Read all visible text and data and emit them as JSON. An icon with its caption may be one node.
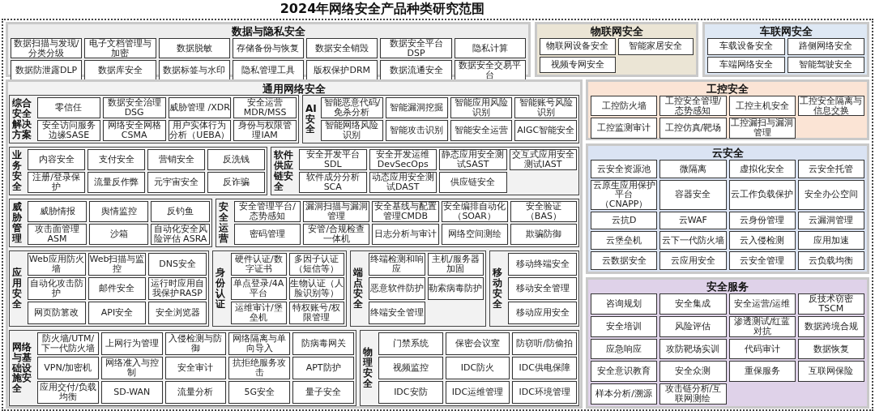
{
  "diagram": {
    "title": "2024年网络安全产品种类研究范围",
    "nodes": [
      {
        "text": [
          "数据与隐私安全"
        ]
      },
      {
        "text": [
          "数据扫描与发现/分类分级"
        ],
        "in": 0
      },
      {
        "text": [
          "电子文档管理与加密"
        ],
        "in": 0
      },
      {
        "text": [
          "数据脱敏"
        ],
        "in": 0
      },
      {
        "text": [
          "存储备份与恢复"
        ],
        "in": 0
      },
      {
        "text": [
          "数据安全销毁"
        ],
        "in": 0
      },
      {
        "text": [
          "数据安全平台DSP"
        ],
        "in": 0
      },
      {
        "text": [
          "隐私计算"
        ],
        "in": 0
      },
      {
        "text": [
          "数据防泄露DLP"
        ],
        "in": 0
      },
      {
        "text": [
          "数据库安全"
        ],
        "in": 0
      },
      {
        "text": [
          "数据标签与水印"
        ],
        "in": 0
      },
      {
        "text": [
          "隐私管理工具"
        ],
        "in": 0
      },
      {
        "text": [
          "版权保护DRM"
        ],
        "in": 0
      },
      {
        "text": [
          "数据流通安全"
        ],
        "in": 0
      },
      {
        "text": [
          "数据安全交易平台"
        ],
        "in": 0
      },
      {
        "text": [
          "物联网安全"
        ]
      },
      {
        "text": [
          "物联网设备安全"
        ],
        "in": 15
      },
      {
        "text": [
          "智能家居安全"
        ],
        "in": 15
      },
      {
        "text": [
          "视频专网安全"
        ],
        "in": 15
      },
      {
        "text": [
          "车联网安全"
        ]
      },
      {
        "text": [
          "车载设备安全"
        ],
        "in": 19
      },
      {
        "text": [
          "路侧网络安全"
        ],
        "in": 19
      },
      {
        "text": [
          "车端网络安全"
        ],
        "in": 19
      },
      {
        "text": [
          "智能驾驶安全"
        ],
        "in": 19
      },
      {
        "text": [
          "通用网络安全"
        ]
      },
      {
        "text": [
          "综合安全解决方案"
        ],
        "in": 24
      },
      {
        "text": [
          "零信任"
        ],
        "in": 25
      },
      {
        "text": [
          "数据安全治理 DSG"
        ],
        "in": 25
      },
      {
        "text": [
          "威胁管理 /XDR"
        ],
        "in": 25
      },
      {
        "text": [
          "安全运营 MDR/MSS"
        ],
        "in": 25
      },
      {
        "text": [
          "安全访问服务边缘SASE"
        ],
        "in": 25
      },
      {
        "text": [
          "网络安全网格 CSMA"
        ],
        "in": 25
      },
      {
        "text": [
          "用户实体行为分析（UEBA）"
        ],
        "in": 25
      },
      {
        "text": [
          "身份与权限管理IAM"
        ],
        "in": 25
      },
      {
        "text": [
          "AI安全"
        ],
        "in": 24
      },
      {
        "text": [
          "智能恶意代码/免杀分析"
        ],
        "in": 34
      },
      {
        "text": [
          "智能漏洞挖掘"
        ],
        "in": 34
      },
      {
        "text": [
          "智能应用风险识别"
        ],
        "in": 34
      },
      {
        "text": [
          "智能账号风险识别"
        ],
        "in": 34
      },
      {
        "text": [
          "智能网络风险识别"
        ],
        "in": 34
      },
      {
        "text": [
          "智能攻击识别"
        ],
        "in": 34
      },
      {
        "text": [
          "智能安全运营"
        ],
        "in": 34
      },
      {
        "text": [
          "AIGC智能安全"
        ],
        "in": 34
      },
      {
        "text": [
          "业务安全"
        ],
        "in": 24
      },
      {
        "text": [
          "内容安全"
        ],
        "in": 43
      },
      {
        "text": [
          "支付安全"
        ],
        "in": 43
      },
      {
        "text": [
          "营销安全"
        ],
        "in": 43
      },
      {
        "text": [
          "反洗钱"
        ],
        "in": 43
      },
      {
        "text": [
          "注册/登录保护"
        ],
        "in": 43
      },
      {
        "text": [
          "流量反作弊"
        ],
        "in": 43
      },
      {
        "text": [
          "元宇宙安全"
        ],
        "in": 43
      },
      {
        "text": [
          "反诈骗"
        ],
        "in": 43
      },
      {
        "text": [
          "软件供应链安全"
        ],
        "in": 24
      },
      {
        "text": [
          "安全开发平台 SDL"
        ],
        "in": 52
      },
      {
        "text": [
          "安全开发运维 DevSecOps"
        ],
        "in": 52
      },
      {
        "text": [
          "静态应用安全测试SAST"
        ],
        "in": 52
      },
      {
        "text": [
          "交互式应用安全测试IAST"
        ],
        "in": 52
      },
      {
        "text": [
          "软件成分分析 SCA"
        ],
        "in": 52
      },
      {
        "text": [
          "动态应用安全测试DAST"
        ],
        "in": 52
      },
      {
        "text": [
          "供应链安全"
        ],
        "in": 52
      },
      {
        "text": [
          "威胁管理"
        ],
        "in": 24
      },
      {
        "text": [
          "威胁情报"
        ],
        "in": 60
      },
      {
        "text": [
          "舆情监控"
        ],
        "in": 60
      },
      {
        "text": [
          "反钓鱼"
        ],
        "in": 60
      },
      {
        "text": [
          "攻击面管理 ASM"
        ],
        "in": 60
      },
      {
        "text": [
          "沙箱"
        ],
        "in": 60
      },
      {
        "text": [
          "自动化安全风险评估 ASRA"
        ],
        "in": 60
      },
      {
        "text": [
          "安全运营"
        ],
        "in": 24
      },
      {
        "text": [
          "安全管理平台/态势感知"
        ],
        "in": 67
      },
      {
        "text": [
          "漏洞扫描与漏洞管理"
        ],
        "in": 67
      },
      {
        "text": [
          "安全基线与配置管理CMDB"
        ],
        "in": 67
      },
      {
        "text": [
          "安全编排自动化（SOAR）"
        ],
        "in": 67
      },
      {
        "text": [
          "安全验证（BAS）"
        ],
        "in": 67
      },
      {
        "text": [
          "密码管理"
        ],
        "in": 67
      },
      {
        "text": [
          "安管/合规检查一体机"
        ],
        "in": 67
      },
      {
        "text": [
          "日志分析与审计"
        ],
        "in": 67
      },
      {
        "text": [
          "网络空间测绘"
        ],
        "in": 67
      },
      {
        "text": [
          "欺骗防御"
        ],
        "in": 67
      },
      {
        "text": [
          "应用安全"
        ],
        "in": 24
      },
      {
        "text": [
          "Web应用防火墙"
        ],
        "in": 78
      },
      {
        "text": [
          "Web扫描与监控"
        ],
        "in": 78
      },
      {
        "text": [
          "DNS安全"
        ],
        "in": 78
      },
      {
        "text": [
          "自动化攻击防护"
        ],
        "in": 78
      },
      {
        "text": [
          "邮件安全"
        ],
        "in": 78
      },
      {
        "text": [
          "运行时应用自我保护RASP"
        ],
        "in": 78
      },
      {
        "text": [
          "网页防篡改"
        ],
        "in": 78
      },
      {
        "text": [
          "API安全"
        ],
        "in": 78
      },
      {
        "text": [
          "安全浏览器"
        ],
        "in": 78
      },
      {
        "text": [
          "身份认证"
        ],
        "in": 24
      },
      {
        "text": [
          "硬件认证/数字证书"
        ],
        "in": 88
      },
      {
        "text": [
          "多因子认证（短信等）"
        ],
        "in": 88
      },
      {
        "text": [
          "单点登录/4A平台"
        ],
        "in": 88
      },
      {
        "text": [
          "生物认证（人脸识别等）"
        ],
        "in": 88
      },
      {
        "text": [
          "运维审计/堡垒机"
        ],
        "in": 88
      },
      {
        "text": [
          "特权账号/权限管理"
        ],
        "in": 88
      },
      {
        "text": [
          "端点安全"
        ],
        "in": 24
      },
      {
        "text": [
          "终端检测和响应"
        ],
        "in": 95
      },
      {
        "text": [
          "主机/服务器加固"
        ],
        "in": 95
      },
      {
        "text": [
          "恶意软件防护"
        ],
        "in": 95
      },
      {
        "text": [
          "勒索病毒防护"
        ],
        "in": 95
      },
      {
        "text": [
          "终端安全管理"
        ],
        "in": 95
      },
      {
        "text": [
          "移动安全"
        ],
        "in": 24
      },
      {
        "text": [
          "移动终端安全"
        ],
        "in": 101
      },
      {
        "text": [
          "移动安全管理"
        ],
        "in": 101
      },
      {
        "text": [
          "移动应用安全"
        ],
        "in": 101
      },
      {
        "text": [
          "网络与基础设施安全"
        ],
        "in": 24
      },
      {
        "text": [
          "防火墙/UTM/下一代防火墙"
        ],
        "in": 105
      },
      {
        "text": [
          "上网行为管理"
        ],
        "in": 105
      },
      {
        "text": [
          "入侵检测与防御"
        ],
        "in": 105
      },
      {
        "text": [
          "网络隔离与单向导入"
        ],
        "in": 105
      },
      {
        "text": [
          "防病毒网关"
        ],
        "in": 105
      },
      {
        "text": [
          "VPN/加密机"
        ],
        "in": 105
      },
      {
        "text": [
          "网络准入与控制"
        ],
        "in": 105
      },
      {
        "text": [
          "安全审计"
        ],
        "in": 105
      },
      {
        "text": [
          "抗拒绝服务攻击"
        ],
        "in": 105
      },
      {
        "text": [
          "APT防护"
        ],
        "in": 105
      },
      {
        "text": [
          "应用交付/负载均衡"
        ],
        "in": 105
      },
      {
        "text": [
          "SD-WAN"
        ],
        "in": 105
      },
      {
        "text": [
          "流量分析"
        ],
        "in": 105
      },
      {
        "text": [
          "5G安全"
        ],
        "in": 105
      },
      {
        "text": [
          "量子安全"
        ],
        "in": 105
      },
      {
        "text": [
          "物理安全"
        ],
        "in": 24
      },
      {
        "text": [
          "门禁系统"
        ],
        "in": 121
      },
      {
        "text": [
          "保密会议室"
        ],
        "in": 121
      },
      {
        "text": [
          "防窃听/防偷拍"
        ],
        "in": 121
      },
      {
        "text": [
          "视频监控"
        ],
        "in": 121
      },
      {
        "text": [
          "IDC防火"
        ],
        "in": 121
      },
      {
        "text": [
          "IDC供电保障"
        ],
        "in": 121
      },
      {
        "text": [
          "IDC安防"
        ],
        "in": 121
      },
      {
        "text": [
          "IDC运维管理"
        ],
        "in": 121
      },
      {
        "text": [
          "IDC环境管理"
        ],
        "in": 121
      },
      {
        "text": [
          "工控安全"
        ]
      },
      {
        "text": [
          "工控防火墙"
        ],
        "in": 131
      },
      {
        "text": [
          "工控安全管理/态势感知"
        ],
        "in": 131
      },
      {
        "text": [
          "工控主机安全"
        ],
        "in": 131
      },
      {
        "text": [
          "工控安全隔离与信息交换"
        ],
        "in": 131
      },
      {
        "text": [
          "工控监测审计"
        ],
        "in": 131
      },
      {
        "text": [
          "工控仿真/靶场"
        ],
        "in": 131
      },
      {
        "text": [
          "工控漏扫与漏洞管理"
        ],
        "in": 131
      },
      {
        "text": [
          "云安全"
        ]
      },
      {
        "text": [
          "云安全资源池"
        ],
        "in": 139
      },
      {
        "text": [
          "微隔离"
        ],
        "in": 139
      },
      {
        "text": [
          "虚拟化安全"
        ],
        "in": 139
      },
      {
        "text": [
          "云安全托管"
        ],
        "in": 139
      },
      {
        "text": [
          "云原生应用保护平台（CNAPP）"
        ],
        "in": 139
      },
      {
        "text": [
          "容器安全"
        ],
        "in": 139
      },
      {
        "text": [
          "云工作负载保护"
        ],
        "in": 139
      },
      {
        "text": [
          "安全办公空间"
        ],
        "in": 139
      },
      {
        "text": [
          "云抗D"
        ],
        "in": 139
      },
      {
        "text": [
          "云WAF"
        ],
        "in": 139
      },
      {
        "text": [
          "云身份管理"
        ],
        "in": 139
      },
      {
        "text": [
          "云漏洞管理"
        ],
        "in": 139
      },
      {
        "text": [
          "云堡垒机"
        ],
        "in": 139
      },
      {
        "text": [
          "云下一代防火墙"
        ],
        "in": 139
      },
      {
        "text": [
          "云入侵检测"
        ],
        "in": 139
      },
      {
        "text": [
          "应用加速"
        ],
        "in": 139
      },
      {
        "text": [
          "云数据安全"
        ],
        "in": 139
      },
      {
        "text": [
          "云应用安全"
        ],
        "in": 139
      },
      {
        "text": [
          "云安全管理"
        ],
        "in": 139
      },
      {
        "text": [
          "云负载均衡"
        ],
        "in": 139
      },
      {
        "text": [
          "安全服务"
        ]
      },
      {
        "text": [
          "咨询规划"
        ],
        "in": 160
      },
      {
        "text": [
          "安全集成"
        ],
        "in": 160
      },
      {
        "text": [
          "安全运营/运维"
        ],
        "in": 160
      },
      {
        "text": [
          "反技术窃密TSCM"
        ],
        "in": 160
      },
      {
        "text": [
          "安全培训"
        ],
        "in": 160
      },
      {
        "text": [
          "风险评估"
        ],
        "in": 160
      },
      {
        "text": [
          "渗透测试/红蓝对抗"
        ],
        "in": 160
      },
      {
        "text": [
          "数据跨境合规"
        ],
        "in": 160
      },
      {
        "text": [
          "应急响应"
        ],
        "in": 160
      },
      {
        "text": [
          "攻防靶场实训"
        ],
        "in": 160
      },
      {
        "text": [
          "代码审计"
        ],
        "in": 160
      },
      {
        "text": [
          "数据恢复"
        ],
        "in": 160
      },
      {
        "text": [
          "安全意识教育"
        ],
        "in": 160
      },
      {
        "text": [
          "安全众测"
        ],
        "in": 160
      },
      {
        "text": [
          "重保服务"
        ],
        "in": 160
      },
      {
        "text": [
          "互联网保险"
        ],
        "in": 160
      },
      {
        "text": [
          "样本分析/溯源"
        ],
        "in": 160
      },
      {
        "text": [
          "攻击链分析/互联网测绘"
        ],
        "in": 160
      }
    ]
  }
}
